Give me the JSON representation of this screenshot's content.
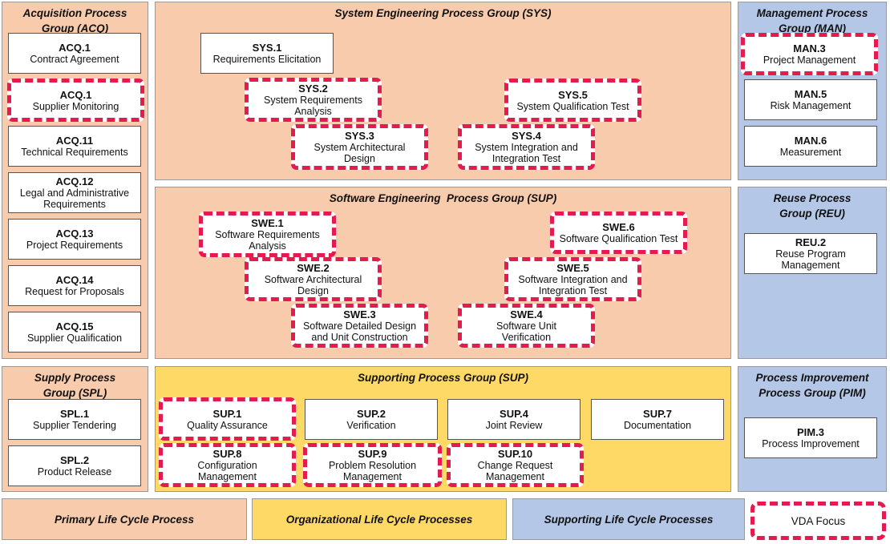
{
  "groups": {
    "acq": "Acquisition Process Group (ACQ)",
    "sys": "System Engineering Process Group (SYS)",
    "man": "Management Process Group (MAN)",
    "swe": "Software Engineering  Process Group (SUP)",
    "reu": "Reuse Process Group (REU)",
    "spl": "Supply Process Group (SPL)",
    "sup": "Supporting Process Group (SUP)",
    "pim": "Process Improvement Process Group (PIM)"
  },
  "processes": {
    "acq1a": {
      "id": "ACQ.1",
      "name": "Contract Agreement"
    },
    "acq1b": {
      "id": "ACQ.1",
      "name": "Supplier Monitoring"
    },
    "acq11": {
      "id": "ACQ.11",
      "name": "Technical Requirements"
    },
    "acq12": {
      "id": "ACQ.12",
      "name": "Legal and Administrative Requirements"
    },
    "acq13": {
      "id": "ACQ.13",
      "name": "Project Requirements"
    },
    "acq14": {
      "id": "ACQ.14",
      "name": "Request for Proposals"
    },
    "acq15": {
      "id": "ACQ.15",
      "name": "Supplier Qualification"
    },
    "sys1": {
      "id": "SYS.1",
      "name": "Requirements Elicitation"
    },
    "sys2": {
      "id": "SYS.2",
      "name": "System Requirements Analysis"
    },
    "sys3": {
      "id": "SYS.3",
      "name": "System Architectural Design"
    },
    "sys4": {
      "id": "SYS.4",
      "name": "System Integration and Integration Test"
    },
    "sys5": {
      "id": "SYS.5",
      "name": "System Qualification Test"
    },
    "man3": {
      "id": "MAN.3",
      "name": "Project Management"
    },
    "man5": {
      "id": "MAN.5",
      "name": "Risk Management"
    },
    "man6": {
      "id": "MAN.6",
      "name": "Measurement"
    },
    "swe1": {
      "id": "SWE.1",
      "name": "Software Requirements Analysis"
    },
    "swe2": {
      "id": "SWE.2",
      "name": "Software Architectural Design"
    },
    "swe3": {
      "id": "SWE.3",
      "name": "Software Detailed Design and Unit Construction"
    },
    "swe4": {
      "id": "SWE.4",
      "name": "Software Unit Verification"
    },
    "swe5": {
      "id": "SWE.5",
      "name": "Software Integration and Integration Test"
    },
    "swe6": {
      "id": "SWE.6",
      "name": "Software Qualification Test"
    },
    "reu2": {
      "id": "REU.2",
      "name": "Reuse Program Management"
    },
    "spl1": {
      "id": "SPL.1",
      "name": "Supplier Tendering"
    },
    "spl2": {
      "id": "SPL.2",
      "name": "Product Release"
    },
    "sup1": {
      "id": "SUP.1",
      "name": "Quality Assurance"
    },
    "sup2": {
      "id": "SUP.2",
      "name": "Verification"
    },
    "sup4": {
      "id": "SUP.4",
      "name": "Joint Review"
    },
    "sup7": {
      "id": "SUP.7",
      "name": "Documentation"
    },
    "sup8": {
      "id": "SUP.8",
      "name": "Configuration Management"
    },
    "sup9": {
      "id": "SUP.9",
      "name": "Problem Resolution Management"
    },
    "sup10": {
      "id": "SUP.10",
      "name": "Change Request Management"
    },
    "pim3": {
      "id": "PIM.3",
      "name": "Process Improvement"
    }
  },
  "legend": {
    "primary": "Primary Life Cycle Process",
    "organizational": "Organizational Life Cycle Processes",
    "supporting": "Supporting Life Cycle Processes",
    "vda": "VDA Focus"
  },
  "colors": {
    "primary": "#f8cbad",
    "organizational": "#ffd966",
    "supporting": "#b4c7e7",
    "vda_highlight": "#e31b4f"
  }
}
